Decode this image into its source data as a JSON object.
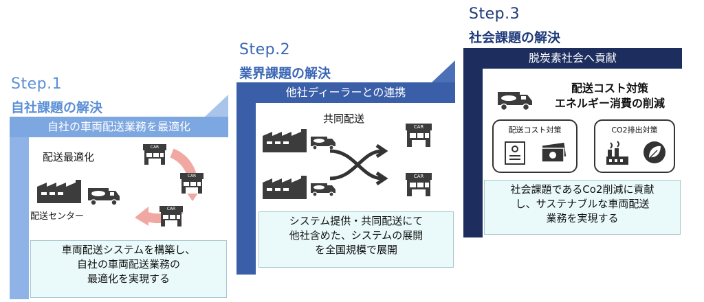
{
  "step1": {
    "step": "Step.1",
    "title": "自社課題の解決",
    "header": "自社の車両配送業務を最適化",
    "label": "配送最適化",
    "center_label": "配送センター",
    "shop_sign": "CAR",
    "caption": [
      "車両配送システムを構築し、",
      "自社の車両配送業務の",
      "最適化を実現する"
    ],
    "colors": {
      "step_text": "#5b8fd6",
      "header": "#7da7e0",
      "arrow": "#f0a09a"
    }
  },
  "step2": {
    "step": "Step.2",
    "title": "業界課題の解決",
    "header": "他社ディーラーとの連携",
    "label": "共同配送",
    "shop_sign": "CAR",
    "caption": [
      "システム提供・共同配送にて",
      "他社含めた、システムの展開",
      "を全国規模で展開"
    ],
    "colors": {
      "step_text": "#3a66b5",
      "header": "#3a5ea8"
    }
  },
  "step3": {
    "step": "Step.3",
    "title": "社会課題の解決",
    "header": "脱炭素社会へ貢献",
    "main_lines": [
      "配送コスト対策",
      "エネルギー消費の削減"
    ],
    "sub_boxes": [
      "配送コスト対策",
      "CO2排出対策"
    ],
    "caption": [
      "社会課題であるCo2削減に貢献",
      "し、サステナブルな車両配送",
      "業務を実現する"
    ],
    "colors": {
      "step_text": "#1f3a7a",
      "header": "#1c2d5e"
    }
  }
}
